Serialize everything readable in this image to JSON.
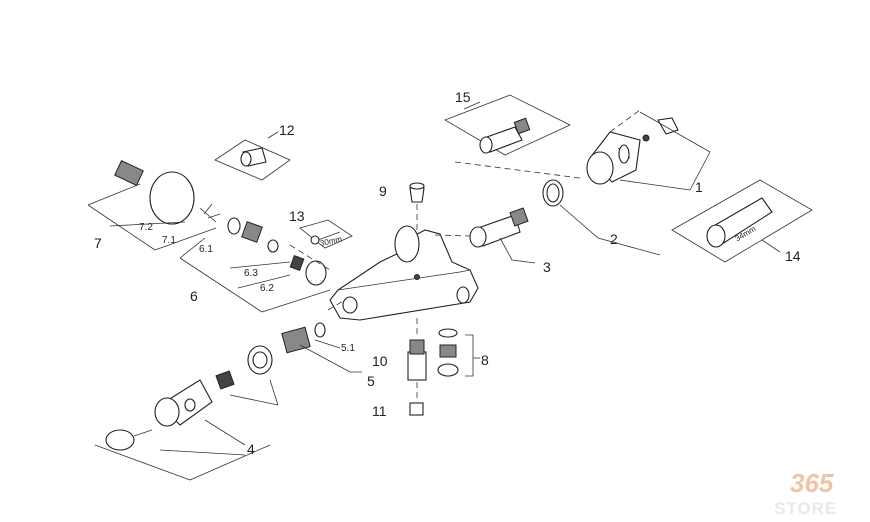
{
  "labels": {
    "p1": "1",
    "p2": "2",
    "p3": "3",
    "p4": "4",
    "p5": "5",
    "p51": "5.1",
    "p6": "6",
    "p61": "6.1",
    "p62": "6.2",
    "p63": "6.3",
    "p7": "7",
    "p71": "7.1",
    "p72": "7.2",
    "p8": "8",
    "p9": "9",
    "p10": "10",
    "p11": "11",
    "p12": "12",
    "p13": "13",
    "p14": "14",
    "p15": "15"
  },
  "annotations": {
    "wrench_size": "30mm",
    "key_size": "34mm"
  },
  "watermark": {
    "number": "365",
    "store": "STORE",
    "number_color": "#f0c2a8",
    "store_color": "#e9e9e9"
  }
}
